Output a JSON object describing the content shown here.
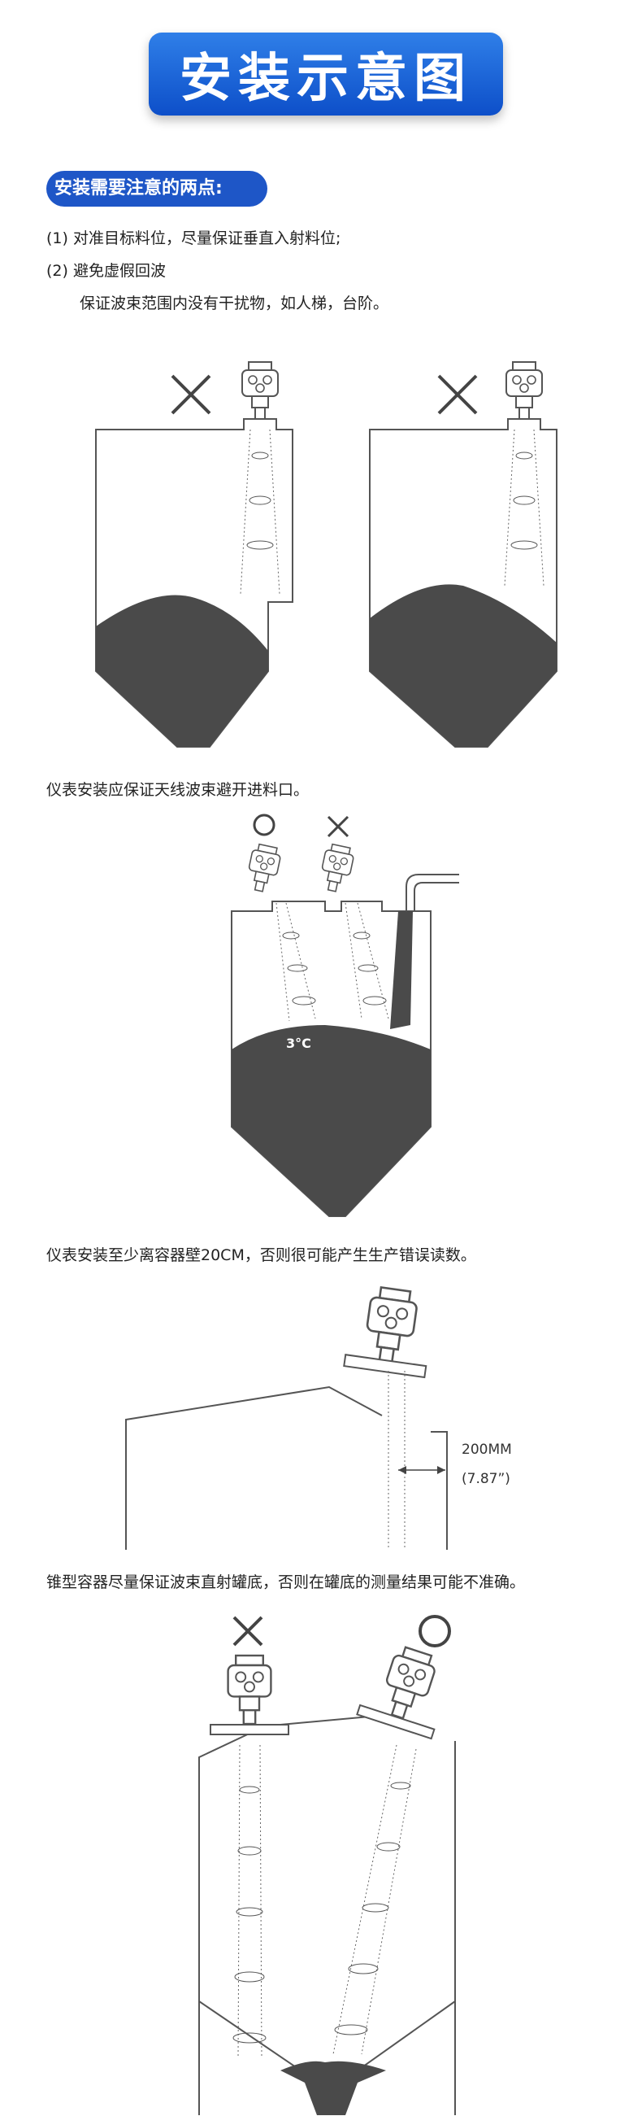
{
  "header": {
    "title": "安装示意图"
  },
  "notes": {
    "heading": "安装需要注意的两点:",
    "items": [
      "(1)  对准目标料位，尽量保证垂直入射料位;",
      "(2)  避免虚假回波",
      "保证波束范围内没有干扰物，如人梯，台阶。"
    ]
  },
  "section1": {
    "caption": "仪表安装应保证天线波束避开进料口。",
    "angle_label": "3°C"
  },
  "section2": {
    "caption": "仪表安装至少离容器壁20CM，否则很可能产生生产错误读数。",
    "distance_label": "200MM",
    "distance_inch_label": "(7.87”)"
  },
  "section3": {
    "caption": "锥型容器尽量保证波束直射罐底，否则在罐底的测量结果可能不准确。"
  },
  "colors": {
    "banner": "#1e5fd6",
    "pill": "#1e56c7",
    "material": "#4a4a4a",
    "line": "#555555"
  }
}
